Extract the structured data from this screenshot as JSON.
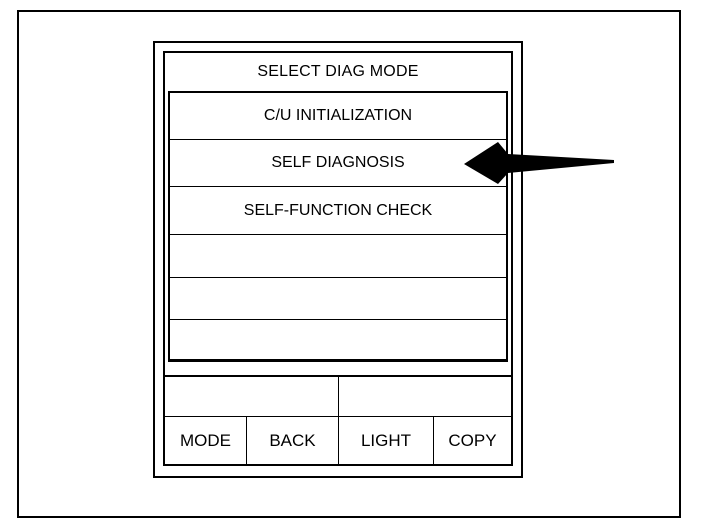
{
  "screen": {
    "title": "SELECT DIAG MODE",
    "menu_items": [
      "C/U INITIALIZATION",
      "SELF DIAGNOSIS",
      "SELF-FUNCTION CHECK",
      "",
      "",
      ""
    ]
  },
  "soft_labels": [
    "",
    ""
  ],
  "keys": [
    "MODE",
    "BACK",
    "LIGHT",
    "COPY"
  ],
  "colors": {
    "line": "#000000",
    "background": "#ffffff"
  },
  "icons": {
    "pointer": "arrow-left-icon"
  }
}
